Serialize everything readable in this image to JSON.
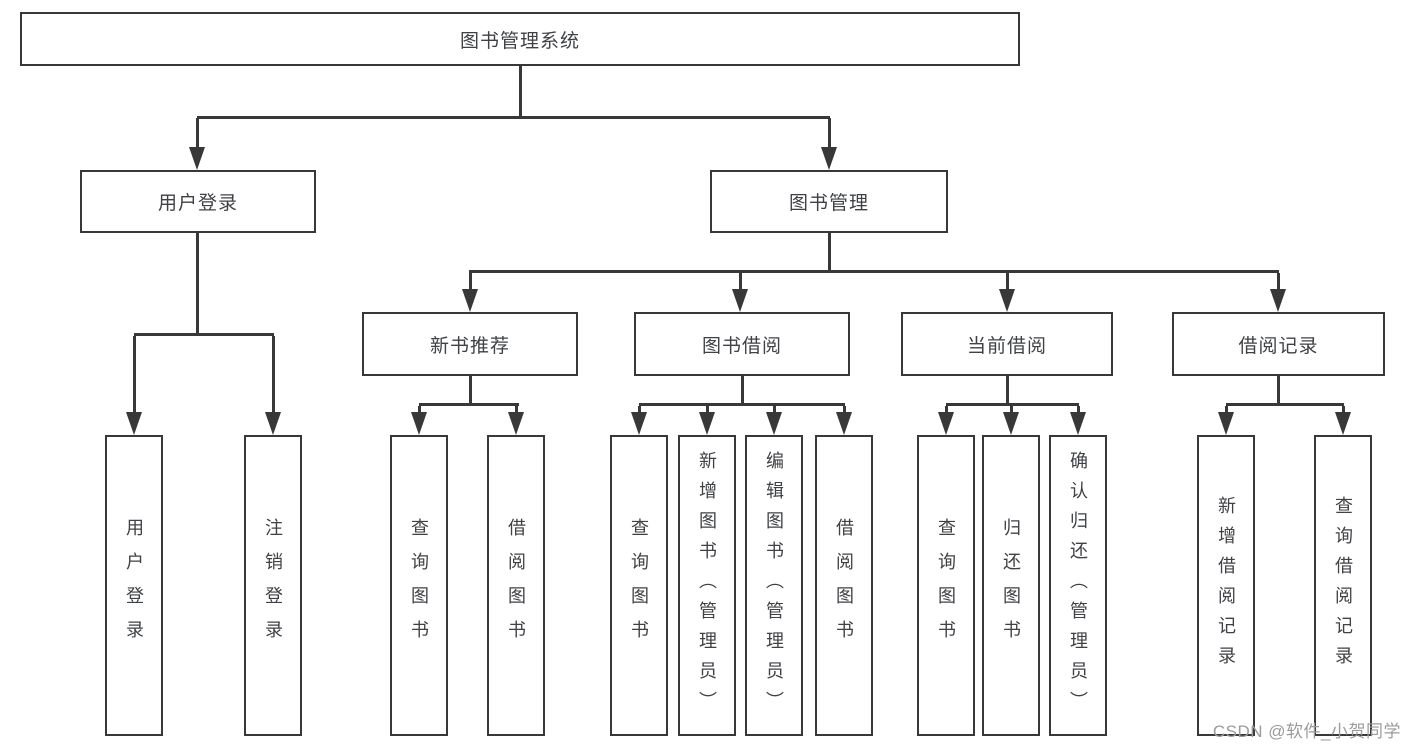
{
  "diagram": {
    "title": "图书管理系统",
    "root": "图书管理系统",
    "level2": [
      "用户登录",
      "图书管理"
    ],
    "level3": [
      "新书推荐",
      "图书借阅",
      "当前借阅",
      "借阅记录"
    ],
    "leaves": [
      "用户登录",
      "注销登录",
      "查询图书",
      "借阅图书",
      "查询图书",
      "新增图书（管理员）",
      "编辑图书（管理员）",
      "借阅图书",
      "查询图书",
      "归还图书",
      "确认归还（管理员）",
      "新增借阅记录",
      "查询借阅记录"
    ]
  },
  "watermark": {
    "text": "CSDN @软件_小贺同学"
  },
  "colors": {
    "line": "#383838",
    "box_border": "#383838",
    "box_fill": "#ffffff",
    "text": "#3f4145",
    "watermark": "#9b9b9b",
    "background": "#ffffff"
  }
}
